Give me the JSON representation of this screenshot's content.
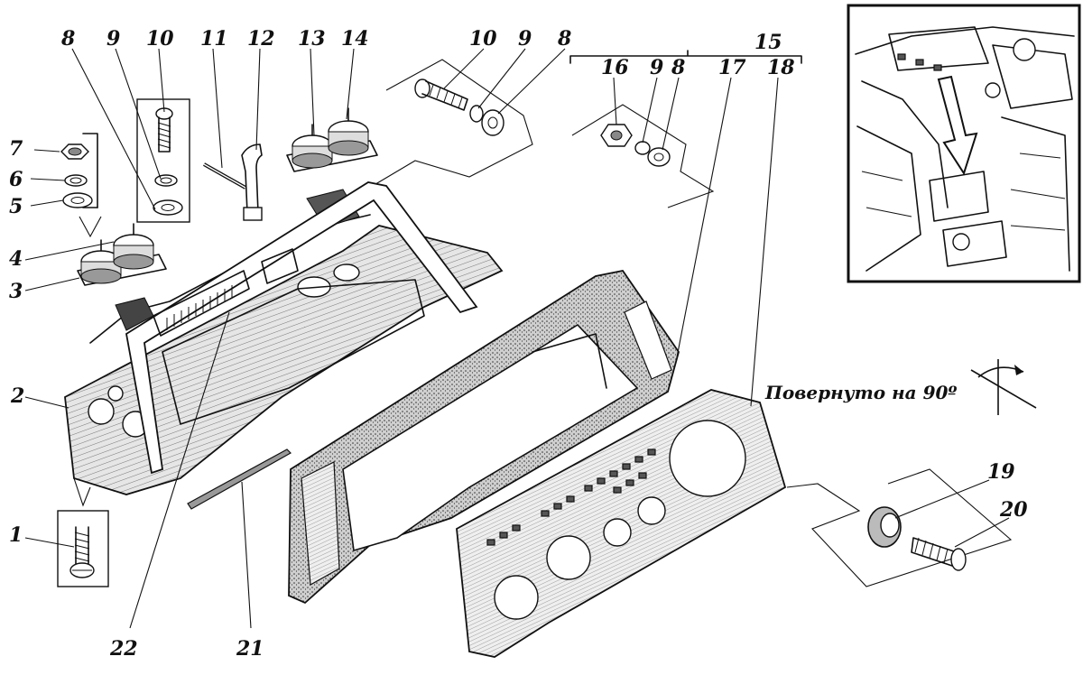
{
  "callouts": {
    "n1": "1",
    "n2": "2",
    "n3": "3",
    "n4": "4",
    "n5": "5",
    "n6": "6",
    "n7": "7",
    "n8a": "8",
    "n9a": "9",
    "n10a": "10",
    "n11": "11",
    "n12": "12",
    "n13": "13",
    "n14": "14",
    "n10b": "10",
    "n9b": "9",
    "n8b": "8",
    "n15": "15",
    "n16": "16",
    "n9c": "9",
    "n8c": "8",
    "n17": "17",
    "n18": "18",
    "n19": "19",
    "n20": "20",
    "n21": "21",
    "n22": "22"
  },
  "rotation_note": "Повернуто на 90º"
}
